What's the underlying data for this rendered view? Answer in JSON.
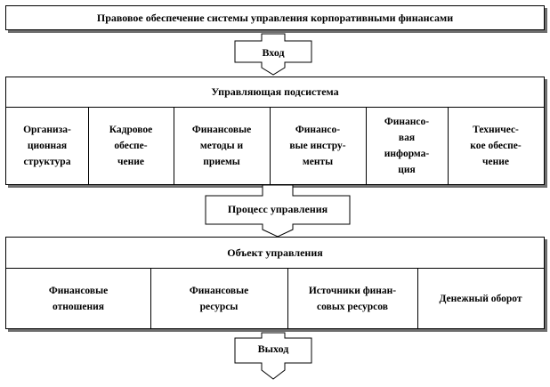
{
  "legal_box": {
    "title": "Правовое обеспечение системы управления корпоративными финансами"
  },
  "input_arrow": {
    "label": "Вход"
  },
  "management_subsystem": {
    "title": "Управляющая  подсистема",
    "items": [
      "Организа-\nционная\nструктура",
      "Кадровое\nобеспе-\nчение",
      "Финансовые\nметоды и\nприемы",
      "Финансо-\nвые инстру-\nменты",
      "Финансо-\nвая\nинформа-\nция",
      "Техничес-\nкое обеспе-\nчение"
    ]
  },
  "process_arrow": {
    "label": "Процесс управления"
  },
  "management_object": {
    "title": "Объект управления",
    "items": [
      "Финансовые\nотношения",
      "Финансовые\nресурсы",
      "Источники финан-\nсовых ресурсов",
      "Денежный оборот"
    ]
  },
  "output_arrow": {
    "label": "Выход"
  },
  "colors": {
    "border": "#000000",
    "shadow": "#6e6e6e",
    "background": "#ffffff"
  }
}
